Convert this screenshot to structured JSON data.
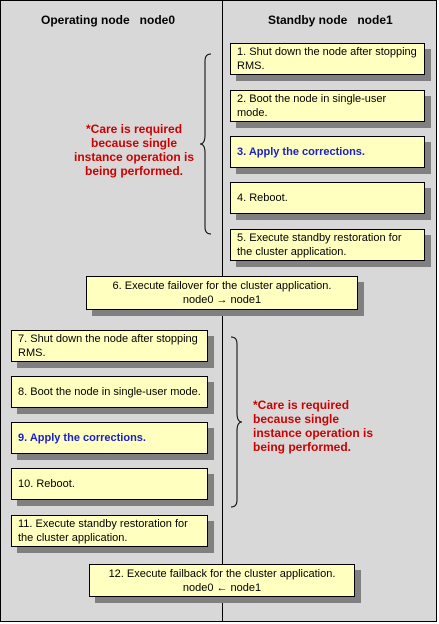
{
  "headers": {
    "left": "Operating node   node0",
    "right": "Standby node   node1"
  },
  "steps": [
    "1. Shut down the node after stopping RMS.",
    "2. Boot the node in single-user mode.",
    "3. Apply the corrections.",
    "4. Reboot.",
    "5. Execute standby restoration for the cluster application.",
    "6. Execute failover for the cluster application.\nnode0 → node1",
    "7. Shut down the node after stopping RMS.",
    "8. Boot the node in single-user mode.",
    "9. Apply the corrections.",
    "10. Reboot.",
    "11. Execute standby restoration for the cluster application.",
    "12. Execute failback for the cluster application.\nnode0 ← node1"
  ],
  "notes": {
    "care_top": "*Care is required\nbecause single\ninstance operation is\nbeing performed.",
    "care_bottom": "*Care is required\nbecause single\ninstance operation is\nbeing performed."
  },
  "colors": {
    "background": "#d8d8d8",
    "box_fill": "#ffffbf",
    "box_shadow": "#808080",
    "highlight_text": "#1a20cc",
    "care_text": "#cc0000"
  }
}
